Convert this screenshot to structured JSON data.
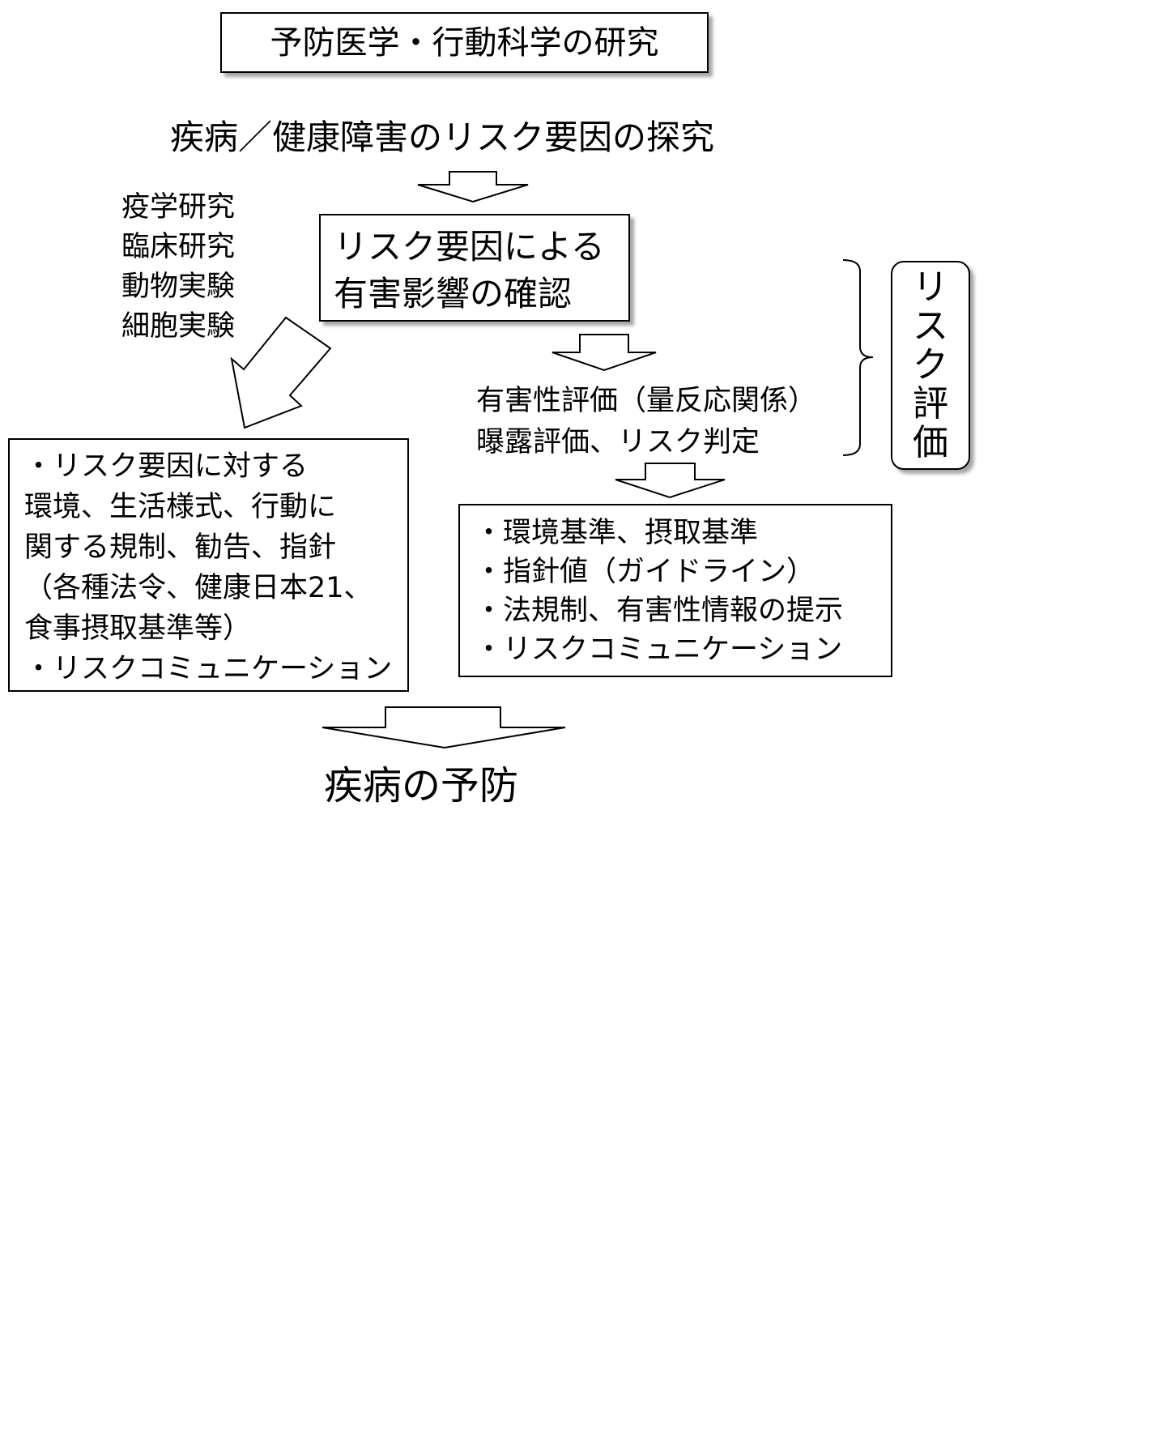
{
  "title_box": {
    "text": "予防医学・行動科学の研究"
  },
  "heading": {
    "text": "疾病／健康障害のリスク要因の探究"
  },
  "research_methods": {
    "lines": [
      "疫学研究",
      "臨床研究",
      "動物実験",
      "細胞実験"
    ]
  },
  "confirmation_box": {
    "lines": [
      "リスク要因による",
      "有害影響の確認"
    ]
  },
  "evaluation": {
    "lines": [
      "有害性評価（量反応関係）",
      "曝露評価、リスク判定"
    ]
  },
  "risk_assessment_label": {
    "chars": [
      "リ",
      "ス",
      "ク",
      "評",
      "価"
    ]
  },
  "left_result_box": {
    "lines": [
      "・リスク要因に対する",
      "環境、生活様式、行動に",
      "関する規制、勧告、指針",
      "（各種法令、健康日本21、",
      "食事摂取基準等）",
      "・リスクコミュニケーション"
    ]
  },
  "right_result_box": {
    "lines": [
      "・環境基準、摂取基準",
      "・指針値（ガイドライン）",
      "・法規制、有害性情報の提示",
      "・リスクコミュニケーション"
    ]
  },
  "conclusion": {
    "text": "疾病の予防"
  }
}
